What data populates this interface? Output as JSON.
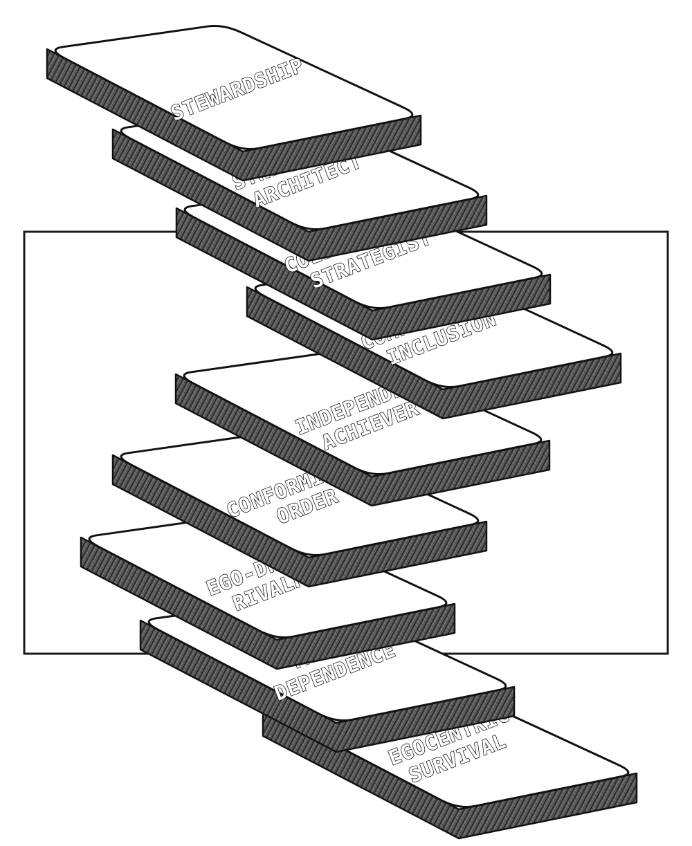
{
  "diagram": {
    "style": "sketched stack of tilted slabs with cross-hatched pencil sides",
    "colors": {
      "ink": "#111111",
      "slab_top": "#ffffff",
      "background": "#ffffff"
    },
    "levels": [
      {
        "id": "stewardship",
        "lines": [
          "STEWARDSHIP"
        ]
      },
      {
        "id": "synergistic-architect",
        "lines": [
          "SYNERGISTIC",
          "ARCHITECT"
        ]
      },
      {
        "id": "collaborative-strategist",
        "lines": [
          "COLLABORATIVE",
          "STRATEGIST"
        ]
      },
      {
        "id": "compassion-inclusion",
        "lines": [
          "COMPASSION /",
          "INCLUSION"
        ]
      },
      {
        "id": "independent-achiever",
        "lines": [
          "INDEPENDENT",
          "ACHIEVER"
        ]
      },
      {
        "id": "conformity-order",
        "lines": [
          "CONFORMITY /",
          "ORDER"
        ]
      },
      {
        "id": "ego-driven-rivalry",
        "lines": [
          "EGO-DRIVEN",
          "RIVALRY"
        ]
      },
      {
        "id": "tribal-dependence",
        "lines": [
          "TRIBAL",
          "DEPENDENCE"
        ]
      },
      {
        "id": "egocentric-survival",
        "lines": [
          "EGOCENTRIC",
          "SURVIVAL"
        ]
      }
    ]
  }
}
